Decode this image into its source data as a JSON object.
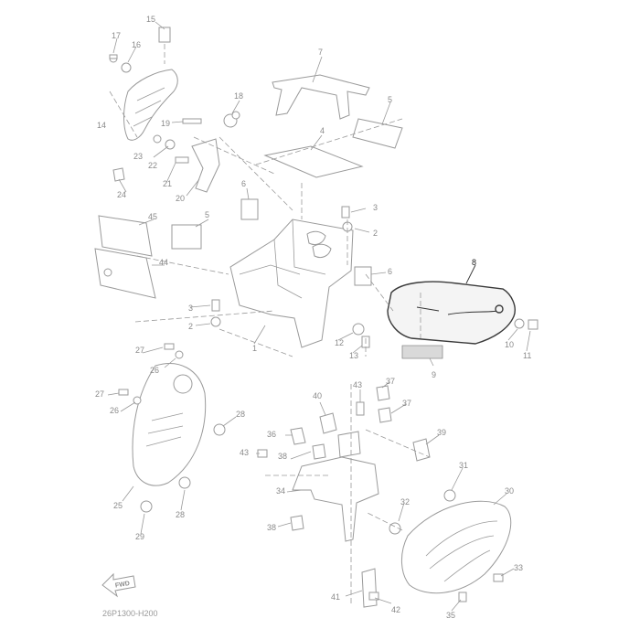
{
  "diagram_code": "26P1300-H200",
  "fwd_label": "FWD",
  "highlighted_part": "8",
  "callouts": [
    {
      "id": "c1",
      "text": "1"
    },
    {
      "id": "c2a",
      "text": "2"
    },
    {
      "id": "c2b",
      "text": "2"
    },
    {
      "id": "c3a",
      "text": "3"
    },
    {
      "id": "c3b",
      "text": "3"
    },
    {
      "id": "c4",
      "text": "4"
    },
    {
      "id": "c5a",
      "text": "5"
    },
    {
      "id": "c5b",
      "text": "5"
    },
    {
      "id": "c6a",
      "text": "6"
    },
    {
      "id": "c6b",
      "text": "6"
    },
    {
      "id": "c7",
      "text": "7"
    },
    {
      "id": "c8",
      "text": "8"
    },
    {
      "id": "c9",
      "text": "9"
    },
    {
      "id": "c10",
      "text": "10"
    },
    {
      "id": "c11",
      "text": "11"
    },
    {
      "id": "c12",
      "text": "12"
    },
    {
      "id": "c13",
      "text": "13"
    },
    {
      "id": "c14",
      "text": "14"
    },
    {
      "id": "c15",
      "text": "15"
    },
    {
      "id": "c16",
      "text": "16"
    },
    {
      "id": "c17",
      "text": "17"
    },
    {
      "id": "c18",
      "text": "18"
    },
    {
      "id": "c19",
      "text": "19"
    },
    {
      "id": "c20",
      "text": "20"
    },
    {
      "id": "c21",
      "text": "21"
    },
    {
      "id": "c22",
      "text": "22"
    },
    {
      "id": "c23",
      "text": "23"
    },
    {
      "id": "c24",
      "text": "24"
    },
    {
      "id": "c25",
      "text": "25"
    },
    {
      "id": "c26a",
      "text": "26"
    },
    {
      "id": "c26b",
      "text": "26"
    },
    {
      "id": "c27a",
      "text": "27"
    },
    {
      "id": "c27b",
      "text": "27"
    },
    {
      "id": "c28a",
      "text": "28"
    },
    {
      "id": "c28b",
      "text": "28"
    },
    {
      "id": "c29",
      "text": "29"
    },
    {
      "id": "c30",
      "text": "30"
    },
    {
      "id": "c31",
      "text": "31"
    },
    {
      "id": "c32",
      "text": "32"
    },
    {
      "id": "c33",
      "text": "33"
    },
    {
      "id": "c34",
      "text": "34"
    },
    {
      "id": "c35",
      "text": "35"
    },
    {
      "id": "c36",
      "text": "36"
    },
    {
      "id": "c37a",
      "text": "37"
    },
    {
      "id": "c37b",
      "text": "37"
    },
    {
      "id": "c38a",
      "text": "38"
    },
    {
      "id": "c38b",
      "text": "38"
    },
    {
      "id": "c39",
      "text": "39"
    },
    {
      "id": "c40",
      "text": "40"
    },
    {
      "id": "c41",
      "text": "41"
    },
    {
      "id": "c42",
      "text": "42"
    },
    {
      "id": "c43a",
      "text": "43"
    },
    {
      "id": "c43b",
      "text": "43"
    },
    {
      "id": "c44",
      "text": "44"
    },
    {
      "id": "c45",
      "text": "45"
    }
  ]
}
